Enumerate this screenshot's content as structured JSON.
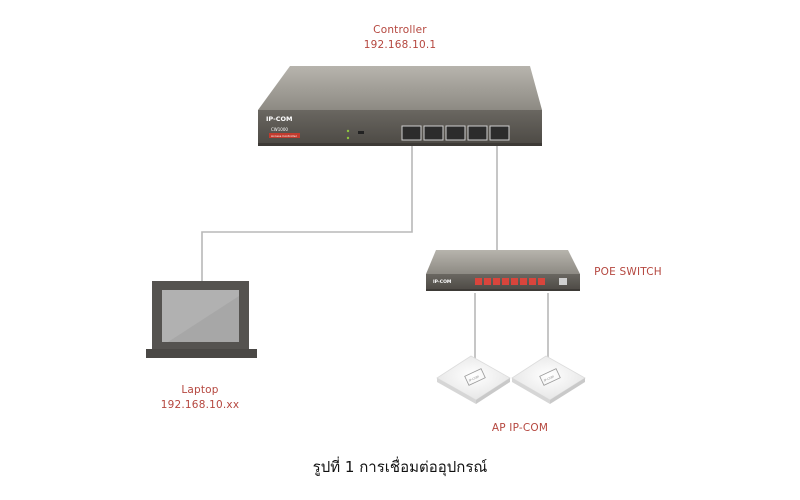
{
  "controller": {
    "name": "Controller",
    "ip": "192.168.10.1",
    "brand": "IP-COM",
    "model": "CW1000",
    "model_sub": "Access Controller"
  },
  "poe_switch": {
    "name": "POE SWITCH",
    "brand": "IP-COM"
  },
  "laptop": {
    "name": "Laptop",
    "ip": "192.168.10.xx"
  },
  "access_points": {
    "name": "AP IP-COM",
    "brand": "IP-COM"
  },
  "caption": "รูปที่ 1 การเชื่อมต่ออุปกรณ์",
  "colors": {
    "label": "#b5473f",
    "device_body": "#5e5b55",
    "cable": "#b8b8b8",
    "poe_port": "#d8453c"
  }
}
